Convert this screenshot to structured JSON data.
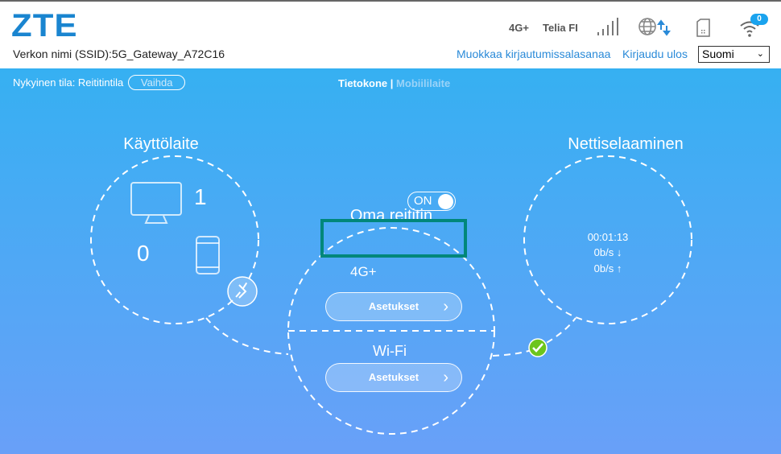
{
  "header": {
    "logo": "ZTE",
    "ssid": "Verkon nimi (SSID):5G_Gateway_A72C16",
    "network_type": "4G+",
    "operator": "Telia FI",
    "wifi_clients": "0",
    "edit_password": "Muokkaa kirjautumissalasanaa",
    "logout": "Kirjaudu ulos",
    "language": "Suomi"
  },
  "status": {
    "mode_label": "Nykyinen tila: Reititintila",
    "change": "Vaihda",
    "view_computer": "Tietokone",
    "separator": " | ",
    "view_mobile": "Mobiililaite"
  },
  "devices": {
    "title": "Käyttölaite",
    "computers": "1",
    "mobiles": "0"
  },
  "router": {
    "title": "Oma reititin",
    "network": "4G+",
    "toggle": "ON",
    "settings": "Asetukset",
    "wifi": "Wi-Fi",
    "wifi_settings": "Asetukset"
  },
  "internet": {
    "title": "Nettiselaaminen",
    "time": "00:01:13",
    "down": "0b/s ↓",
    "up": "0b/s ↑"
  }
}
